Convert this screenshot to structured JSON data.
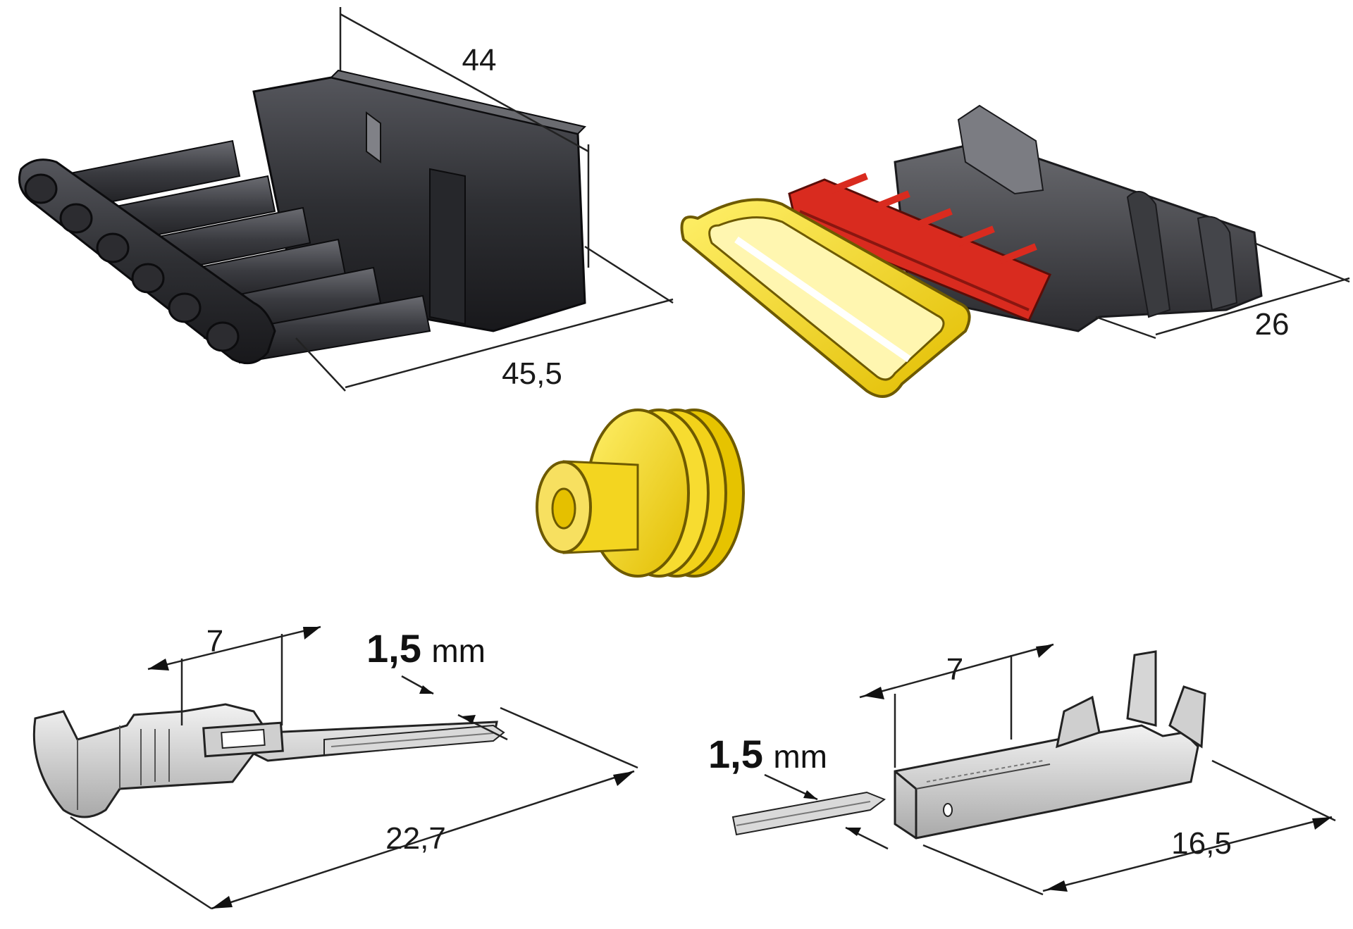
{
  "dimensions": {
    "plug_height": "44",
    "plug_length": "45,5",
    "socket_width": "26",
    "pin_crimp": "7",
    "pin_gauge_value": "1,5",
    "pin_gauge_unit": "mm",
    "pin_length": "22,7",
    "socket_terminal_crimp": "7",
    "socket_terminal_gauge_value": "1,5",
    "socket_terminal_gauge_unit": "mm",
    "socket_terminal_length": "16,5"
  },
  "colors": {
    "housing": "#3a3a3e",
    "housing_dark": "#1e1e22",
    "seal": "#f2d21a",
    "seal_outline": "#8a7300",
    "lock": "#d92b1f",
    "metal": "#d9d9d9",
    "line": "#222222"
  }
}
